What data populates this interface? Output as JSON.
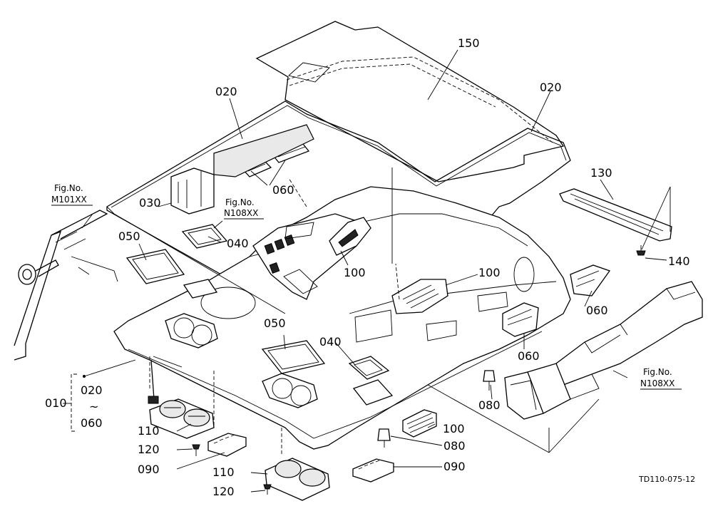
{
  "parts": {
    "p150": "150",
    "p020_left": "020",
    "p020_right": "020",
    "p060_top": "060",
    "p130": "130",
    "p140": "140",
    "p030": "030",
    "p050_left": "050",
    "p040_left": "040",
    "p100_center": "100",
    "p100_right": "100",
    "p060_right": "060",
    "p060_mid": "060",
    "p050_center": "050",
    "p040_center": "040",
    "p080_right": "080",
    "p100_bottom": "100",
    "p080_bottom": "080",
    "p090_bottom": "090",
    "p010": "010",
    "p020_group": "020",
    "tilde": "~",
    "p060_group": "060",
    "p110_left": "110",
    "p120_left": "120",
    "p090_left": "090",
    "p110_bottom": "110",
    "p120_bottom": "120"
  },
  "fig_refs": {
    "m101_caption": "Fig.No.",
    "m101_code": "M101XX",
    "n108_top_caption": "Fig.No.",
    "n108_top_code": "N108XX",
    "n108_right_caption": "Fig.No.",
    "n108_right_code": "N108XX"
  },
  "drawing_id": "TD110-075-12"
}
